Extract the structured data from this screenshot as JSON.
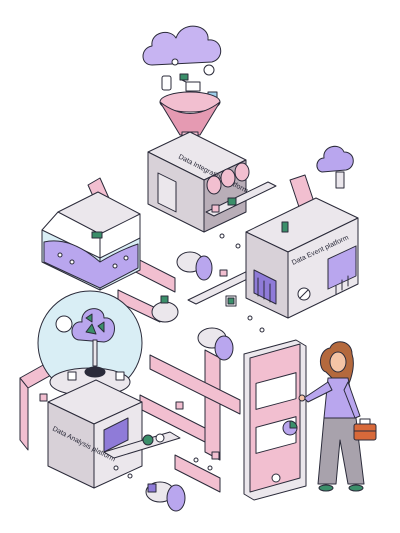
{
  "labels": {
    "integration": "Data Integration platform",
    "event": "Data Event platform",
    "analysis": "Data Analysis platform"
  },
  "colors": {
    "outline": "#2b2b3a",
    "machine_top": "#ebe7ec",
    "machine_side": "#d8d1d8",
    "machine_dark": "#b9aeb8",
    "pipe_pink": "#f2bfd0",
    "pipe_pink_dark": "#e59ab2",
    "lavender": "#b9a6ee",
    "lavender_dark": "#8f7bd8",
    "glass": "#d9eef5",
    "cloud": "#c7b4f2",
    "green": "#3b8f6a",
    "orange": "#d8693a",
    "skin": "#f4c4a6",
    "hair": "#b4693d"
  },
  "icons": [
    "cloud-icon",
    "cart-icon",
    "twitter-bird-icon",
    "thumbs-up-icon",
    "phone-icon",
    "settings-icon",
    "pie-chart-icon",
    "bar-chart-icon",
    "briefcase-icon"
  ]
}
